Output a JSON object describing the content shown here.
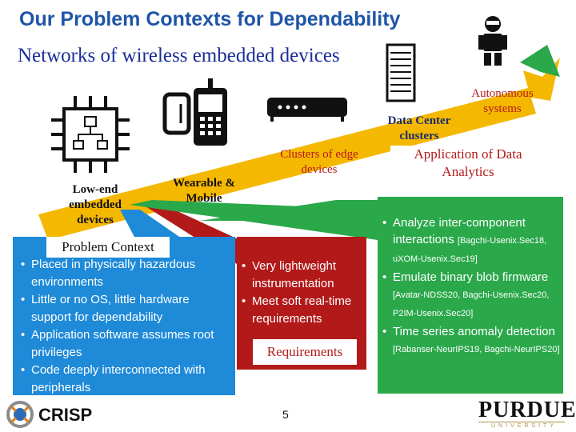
{
  "title": "Our Problem Contexts for Dependability",
  "subtitle": "Networks of wireless embedded devices",
  "devices": {
    "low_end": "Low-end embedded devices",
    "wearable": "Wearable & Mobile",
    "clusters_edge": "Clusters of edge devices",
    "data_center": "Data Center clusters",
    "autonomous": "Autonomous systems"
  },
  "problem_context": {
    "label": "Problem Context",
    "items": [
      "Placed in physically hazardous environments",
      "Little or no OS, little hardware support for dependability",
      "Application software assumes root privileges",
      "Code deeply interconnected with peripherals"
    ]
  },
  "requirements": {
    "label": "Requirements",
    "items": [
      "Very lightweight instrumentation",
      "Meet soft real-time requirements"
    ]
  },
  "analytics": {
    "label": "Application of Data Analytics",
    "items": [
      {
        "text": "Analyze inter-component interactions",
        "cite": "[Bagchi-Usenix.Sec18, uXOM-Usenix.Sec19]"
      },
      {
        "text": "Emulate binary blob firmware",
        "cite": "[Avatar-NDSS20, Bagchi-Usenix.Sec20, P2IM-Usenix.Sec20]"
      },
      {
        "text": "Time series anomaly detection",
        "cite": "[Rabanser-NeurIPS19, Bagchi-NeurIPS20]"
      }
    ]
  },
  "footer": {
    "logo_text": "CRISP",
    "page_number": "5",
    "university": "PURDUE",
    "university_sub": "UNIVERSITY"
  },
  "colors": {
    "title_blue": "#1f55a8",
    "arrow_yellow": "#f5b800",
    "problem_blue": "#1e8ad8",
    "requirements_red": "#b21a1a",
    "analytics_green": "#2aa84a",
    "purdue_gold": "#b18d45"
  },
  "icons": [
    "chip-icon",
    "phone-icon",
    "router-icon",
    "server-icon",
    "robot-icon",
    "crisp-logo-icon"
  ]
}
